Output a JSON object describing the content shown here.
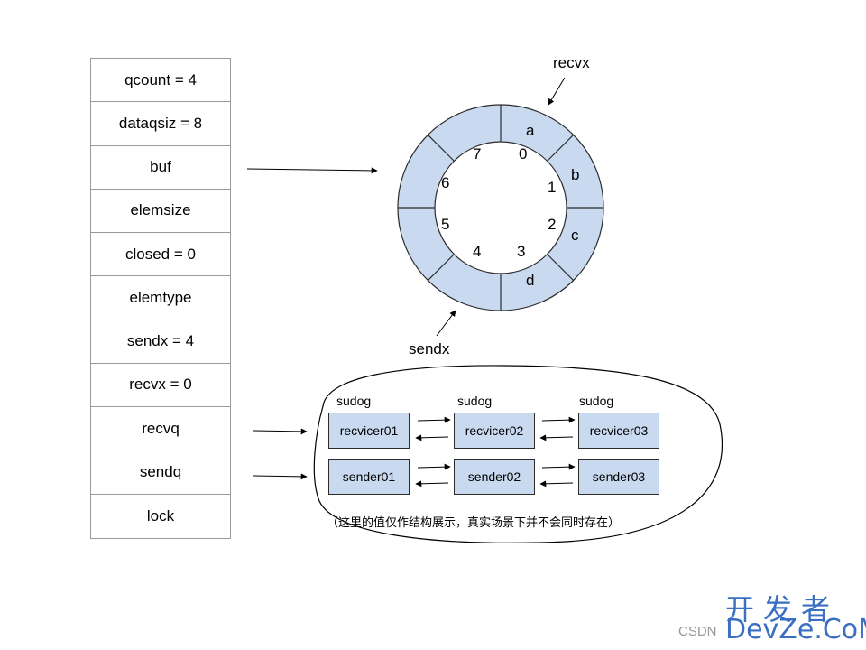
{
  "hchan_fields": [
    "qcount = 4",
    "dataqsiz = 8",
    "buf",
    "elemsize",
    "closed = 0",
    "elemtype",
    "sendx = 4",
    "recvx = 0",
    "recvq",
    "sendq",
    "lock"
  ],
  "ring": {
    "index_labels": [
      "0",
      "1",
      "2",
      "3",
      "4",
      "5",
      "6",
      "7"
    ],
    "element_labels": [
      "a",
      "b",
      "c",
      "d"
    ],
    "recvx_label": "recvx",
    "sendx_label": "sendx",
    "fill_color": "#c9daf0"
  },
  "queues": {
    "sudog_label": "sudog",
    "receivers": [
      "recvicer01",
      "recvicer02",
      "recvicer03"
    ],
    "senders": [
      "sender01",
      "sender02",
      "sender03"
    ],
    "note": "（这里的值仅作结构展示，真实场景下并不会同时存在）"
  },
  "watermark": {
    "csdn": "CSDN",
    "site_cn": "开发者",
    "site_en": "DevZe.CoM"
  }
}
